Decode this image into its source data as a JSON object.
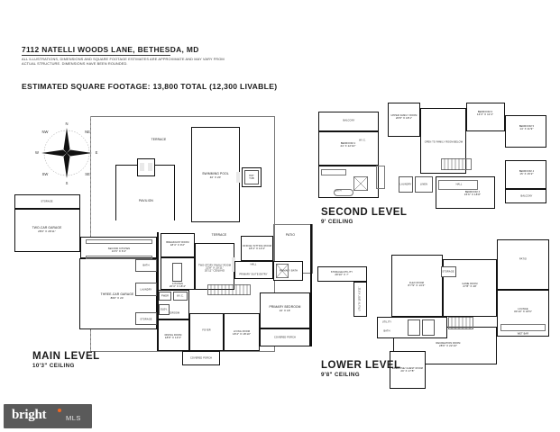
{
  "document": {
    "address": "7112 NATELLI WOODS LANE, BETHESDA, MD",
    "disclaimer": "ALL ILLUSTRATIONS, DIMENSIONS AND SQUARE FOOTAGE ESTIMATES ARE APPROXIMATE AND MAY VARY FROM ACTUAL STRUCTURE. DIMENSIONS HAVE BEEN ROUNDED.",
    "square_footage": "ESTIMATED SQUARE FOOTAGE: 13,800 TOTAL (12,300 LIVABLE)"
  },
  "compass": {
    "name": "compass-rose",
    "points": [
      "N",
      "NE",
      "E",
      "SE",
      "S",
      "SW",
      "W",
      "NW"
    ]
  },
  "levels": {
    "main": {
      "title": "MAIN LEVEL",
      "ceiling": "10'3\" CEILING"
    },
    "second": {
      "title": "SECOND LEVEL",
      "ceiling": "9' CEILING"
    },
    "lower": {
      "title": "LOWER LEVEL",
      "ceiling": "9'8\" CEILING"
    }
  },
  "main_level_rooms": [
    {
      "name": "STORAGE",
      "dim": ""
    },
    {
      "name": "TWO-CAR GARAGE",
      "dim": "28'6\" X 28'11\""
    },
    {
      "name": "THREE-CAR GARAGE",
      "dim": "869\" X 24'"
    },
    {
      "name": "SECOND KITCHEN",
      "dim": "13'6\" X 6'4\""
    },
    {
      "name": "PANTRY",
      "dim": ""
    },
    {
      "name": "BATH",
      "dim": ""
    },
    {
      "name": "LAUNDRY",
      "dim": ""
    },
    {
      "name": "STORAGE",
      "dim": ""
    },
    {
      "name": "TERRACE",
      "dim": ""
    },
    {
      "name": "PAVILION",
      "dim": ""
    },
    {
      "name": "SWIMMING POOL",
      "dim": "40' X 20'"
    },
    {
      "name": "HOT TUB",
      "dim": ""
    },
    {
      "name": "BREAKFAST ROOM",
      "dim": "18'4\" X 9'2\""
    },
    {
      "name": "KITCHEN",
      "dim": "20'3\" X 18'4\""
    },
    {
      "name": "TWO-STORY FAMILY ROOM",
      "dim": "22'8\" X 20'11\"",
      "note": "20'11\" CEILING"
    },
    {
      "name": "TERRACE",
      "dim": ""
    },
    {
      "name": "OFFICE/ SITTING ROOM",
      "dim": "18'4\" X 13'4\""
    },
    {
      "name": "PATIO",
      "dim": ""
    },
    {
      "name": "HALL",
      "dim": ""
    },
    {
      "name": "PRIMARY SUITE ENTRY",
      "dim": ""
    },
    {
      "name": "PRIMARY BATH",
      "dim": ""
    },
    {
      "name": "PRIMARY BEDROOM",
      "dim": "22' X 18'"
    },
    {
      "name": "COVERED PORCH",
      "dim": ""
    },
    {
      "name": "LIVING ROOM",
      "dim": "18'4\" X 18'10\""
    },
    {
      "name": "FOYER",
      "dim": ""
    },
    {
      "name": "DINING ROOM",
      "dim": "18'8\" X 13'4\""
    },
    {
      "name": "COVERED PORCH",
      "dim": ""
    },
    {
      "name": "MUDROOM",
      "dim": ""
    },
    {
      "name": "W.I.C.",
      "dim": ""
    },
    {
      "name": "PWDR",
      "dim": ""
    },
    {
      "name": "ELEV.",
      "dim": ""
    }
  ],
  "second_level_rooms": [
    {
      "name": "BALCONY",
      "dim": ""
    },
    {
      "name": "UPPER FAMILY ROOM",
      "dim": "20'8\" X 18'1\""
    },
    {
      "name": "BEDROOM 6",
      "dim": "14'3\" X 11'4\""
    },
    {
      "name": "BEDROOM 5",
      "dim": "14' X 11'9\""
    },
    {
      "name": "BEDROOM 2",
      "dim": "24' X 12'10\""
    },
    {
      "name": "OPEN TO FAMILY ROOM BELOW",
      "dim": ""
    },
    {
      "name": "BEDROOM 4",
      "dim": "15' X 15'2\""
    },
    {
      "name": "BEDROOM 3",
      "dim": "15'6\" X 18'8\""
    },
    {
      "name": "BALCONY",
      "dim": ""
    },
    {
      "name": "BATH",
      "dim": ""
    },
    {
      "name": "W.I.C.",
      "dim": ""
    },
    {
      "name": "HALL",
      "dim": ""
    },
    {
      "name": "LAUNDRY",
      "dim": ""
    },
    {
      "name": "LINEN",
      "dim": ""
    }
  ],
  "lower_level_rooms": [
    {
      "name": "STORAGE/UTILITY",
      "dim": "28'10\" X 7'"
    },
    {
      "name": "FLEX ROOM",
      "dim": "8'7'9\" X 13'4\""
    },
    {
      "name": "GAME ROOM",
      "dim": "27'8\" X 28'"
    },
    {
      "name": "PATIO",
      "dim": ""
    },
    {
      "name": "LOUNGE",
      "dim": "30'10\" X 18'6\""
    },
    {
      "name": "RECREATION ROOM",
      "dim": "28'9\" X 22'10\""
    },
    {
      "name": "EXERCISE/ GUEST ROOM",
      "dim": "20' X 17'8\""
    },
    {
      "name": "UTILITY",
      "dim": ""
    },
    {
      "name": "BATH",
      "dim": ""
    },
    {
      "name": "WET BAR",
      "dim": ""
    },
    {
      "name": "UTILITY 18'8\" X 8'11\"",
      "dim": ""
    },
    {
      "name": "STORAGE",
      "dim": ""
    }
  ],
  "logo": {
    "brand": "bright",
    "suffix": "MLS",
    "accent": "#f26722"
  }
}
